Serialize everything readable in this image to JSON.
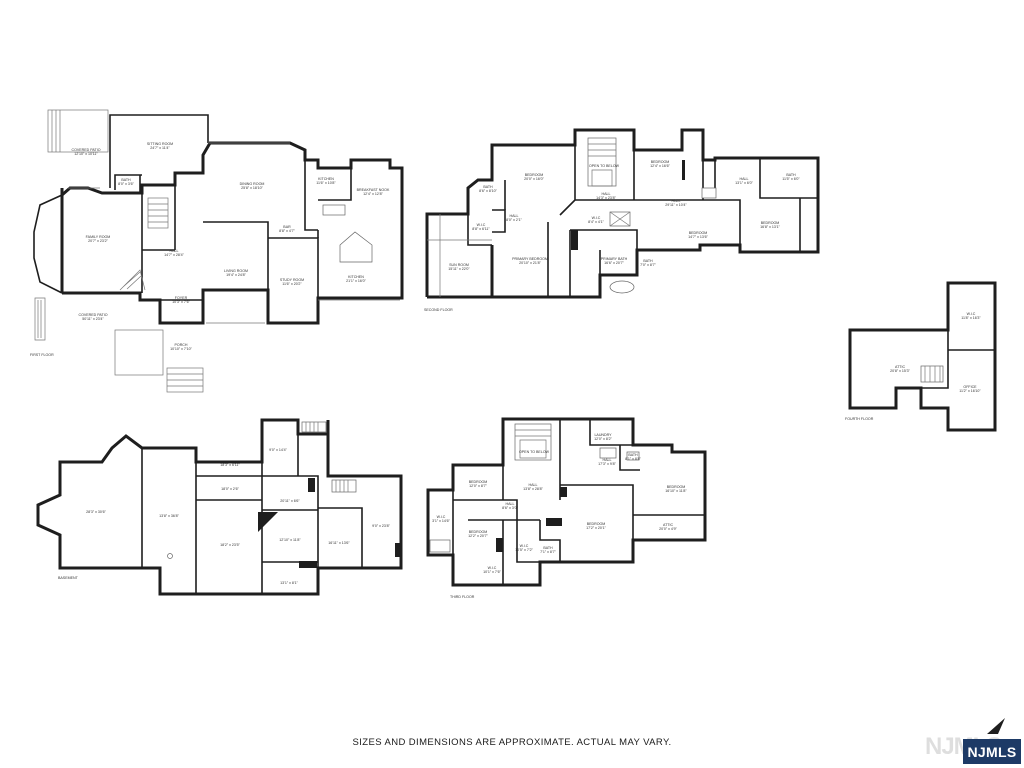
{
  "disclaimer": "SIZES AND DIMENSIONS ARE APPROXIMATE. ACTUAL MAY VARY.",
  "logo_text": "NJMLS",
  "watermark_text": "NJMLS",
  "colors": {
    "wall": "#1e1e1e",
    "logo_bg": "#1d3a66"
  },
  "floors": {
    "first": {
      "label": "FIRST FLOOR",
      "rooms": {
        "covered_patio_top": {
          "name": "COVERED PATIO",
          "dim": "12'10\" x 10'11\""
        },
        "sitting_room": {
          "name": "SITTING ROOM",
          "dim": "24'7\" x 11'4\""
        },
        "bath": {
          "name": "BATH",
          "dim": "8'0\" x 3'6\""
        },
        "family_room": {
          "name": "FAMILY ROOM",
          "dim": "20'7\" x 23'2\""
        },
        "hall": {
          "name": "HALL",
          "dim": "14'7\" x 28'4\""
        },
        "dining_room": {
          "name": "DINING ROOM",
          "dim": "25'8\" x 18'10\""
        },
        "kitchen_small": {
          "name": "KITCHEN",
          "dim": "11'6\" x 10'8\""
        },
        "breakfast_nook": {
          "name": "BREAKFAST NOOK",
          "dim": "12'4\" x 12'8\""
        },
        "bar": {
          "name": "BAR",
          "dim": "8'8\" x 4'7\""
        },
        "kitchen": {
          "name": "KITCHEN",
          "dim": "21'1\" x 16'0\""
        },
        "living_room": {
          "name": "LIVING ROOM",
          "dim": "19'4\" x 24'8\""
        },
        "study_room": {
          "name": "STUDY ROOM",
          "dim": "11'6\" x 20'2\""
        },
        "foyer": {
          "name": "FOYER",
          "dim": "10'3\" x 7'6\""
        },
        "covered_patio": {
          "name": "COVERED PATIO",
          "dim": "50'11\" x 23'4\""
        },
        "porch": {
          "name": "PORCH",
          "dim": "10'10\" x 7'10\""
        }
      }
    },
    "second": {
      "label": "SECOND FLOOR",
      "rooms": {
        "bath_a": {
          "name": "BATH",
          "dim": "8'6\" x 8'10\""
        },
        "bedroom_a": {
          "name": "BEDROOM",
          "dim": "20'0\" x 16'0\""
        },
        "open_to_below": {
          "name": "OPEN TO BELOW",
          "dim": ""
        },
        "bedroom_b": {
          "name": "BEDROOM",
          "dim": "12'4\" x 16'6\""
        },
        "hall_a": {
          "name": "HALL",
          "dim": "13'1\" x 6'0\""
        },
        "bath_b": {
          "name": "BATH",
          "dim": "11'5\" x 6'0\""
        },
        "hall_b": {
          "name": "HALL",
          "dim": "14'3\" x 23'8\""
        },
        "hall_c": {
          "name": "HALL",
          "dim": "29'11\" x 10'4\""
        },
        "hall_d": {
          "name": "HALL",
          "dim": "8'0\" x 2'1\""
        },
        "wic_a": {
          "name": "W.I.C",
          "dim": "8'8\" x 6'11\""
        },
        "wic_b": {
          "name": "W.I.C",
          "dim": "8'4\" x 4'1\""
        },
        "sun_room": {
          "name": "SUN ROOM",
          "dim": "15'11\" x 22'0\""
        },
        "primary_bedroom": {
          "name": "PRIMARY BEDROOM",
          "dim": "20'10\" x 21'8\""
        },
        "primary_bath": {
          "name": "PRIMARY BATH",
          "dim": "16'6\" x 20'7\""
        },
        "bath_c": {
          "name": "BATH",
          "dim": "7'0\" x 8'7\""
        },
        "bedroom_c": {
          "name": "BEDROOM",
          "dim": "14'7\" x 13'6\""
        },
        "bedroom_d": {
          "name": "BEDROOM",
          "dim": "16'8\" x 13'1\""
        }
      }
    },
    "fourth": {
      "label": "FOURTH FLOOR",
      "rooms": {
        "wic": {
          "name": "W.I.C",
          "dim": "11'8\" x 16'3\""
        },
        "attic": {
          "name": "ATTIC",
          "dim": "20'8\" x 15'3\""
        },
        "office": {
          "name": "OFFICE",
          "dim": "11'2\" x 16'10\""
        }
      }
    },
    "basement": {
      "label": "BASEMENT",
      "rooms": {
        "r1": {
          "name": "",
          "dim": "28'3\" x 30'6\""
        },
        "r2": {
          "name": "",
          "dim": "13'8\" x 36'8\""
        },
        "r3": {
          "name": "",
          "dim": "18'3\" x 6'11\""
        },
        "r4": {
          "name": "",
          "dim": "9'0\" x 14'4\""
        },
        "r5": {
          "name": "",
          "dim": "18'0\" x 2'6\""
        },
        "r6": {
          "name": "",
          "dim": "18'2\" x 23'5\""
        },
        "r7": {
          "name": "",
          "dim": "20'11\" x 6'6\""
        },
        "r8": {
          "name": "",
          "dim": "12'10\" x 11'8\""
        },
        "r9": {
          "name": "",
          "dim": "16'11\" x 13'6\""
        },
        "r10": {
          "name": "",
          "dim": "9'0\" x 23'8\""
        },
        "r11": {
          "name": "",
          "dim": "13'1\" x 8'1\""
        }
      }
    },
    "third": {
      "label": "THIRD FLOOR",
      "rooms": {
        "open_to_below": {
          "name": "OPEN TO BELOW",
          "dim": ""
        },
        "laundry": {
          "name": "LAUNDRY",
          "dim": "12'0\" x 8'2\""
        },
        "hall_a": {
          "name": "HALL",
          "dim": "17'3\" x 9'8\""
        },
        "bath_a": {
          "name": "BATH",
          "dim": "8'1\" x 8'8\""
        },
        "bedroom_a": {
          "name": "BEDROOM",
          "dim": "12'0\" x 8'7\""
        },
        "hall_b": {
          "name": "HALL",
          "dim": "13'8\" x 28'8\""
        },
        "bedroom_b": {
          "name": "BEDROOM",
          "dim": "16'10\" x 11'8\""
        },
        "wic_a": {
          "name": "W.I.C",
          "dim": "3'1\" x 14'6\""
        },
        "hall_c": {
          "name": "HALL",
          "dim": "8'6\" x 3'0\""
        },
        "bedroom_c": {
          "name": "BEDROOM",
          "dim": "17'2\" x 20'1\""
        },
        "attic": {
          "name": "ATTIC",
          "dim": "20'0\" x 4'9\""
        },
        "bedroom_d": {
          "name": "BEDROOM",
          "dim": "12'2\" x 20'7\""
        },
        "wic_b": {
          "name": "W.I.C",
          "dim": "10'5\" x 7'2\""
        },
        "bath_b": {
          "name": "BATH",
          "dim": "7'1\" x 8'7\""
        },
        "wic_c": {
          "name": "W.I.C",
          "dim": "10'1\" x 7'6\""
        }
      }
    }
  }
}
